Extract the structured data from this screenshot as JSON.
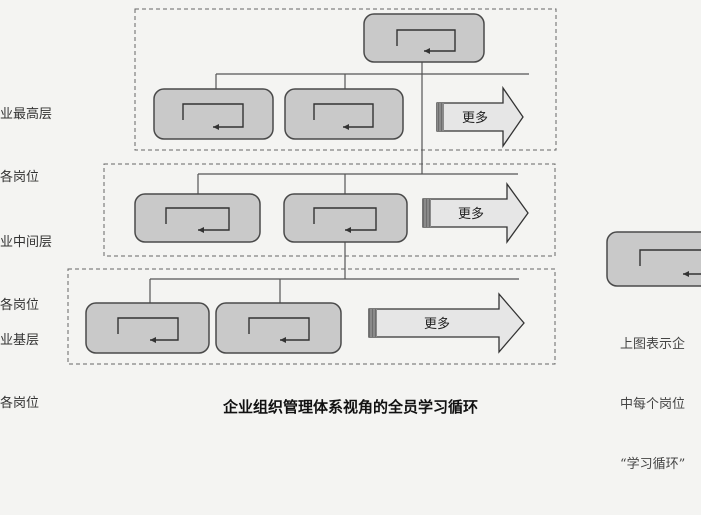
{
  "diagram": {
    "level_labels": {
      "top": [
        "业最高层",
        "各岗位"
      ],
      "middle": [
        "业中间层",
        "各岗位"
      ],
      "base": [
        "业基层",
        "各岗位"
      ]
    },
    "more_label": "更多",
    "legend_note": [
      "上图表示企",
      "中每个岗位",
      "“学习循环”"
    ],
    "caption": "企业组织管理体系视角的全员学习循环"
  },
  "colors": {
    "box_fill": "#c9c9c9",
    "box_stroke": "#4a4a4a",
    "line": "#555555",
    "dashed": "#666666",
    "arrow_fill": "#e6e6e6",
    "arrow_band": "#777777"
  }
}
